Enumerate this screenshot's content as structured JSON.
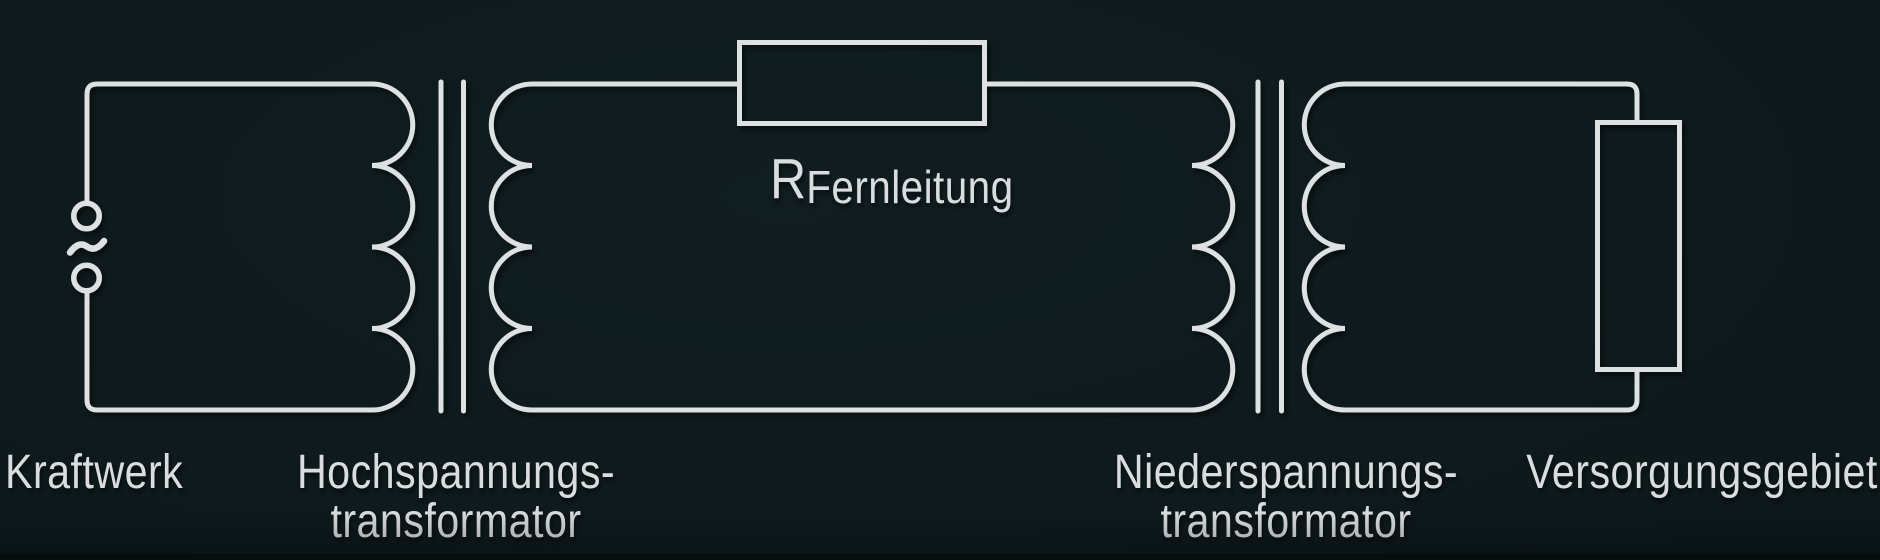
{
  "colors": {
    "background": "#0d181b",
    "line": "#dde1e2",
    "text": "#d9dddf"
  },
  "labels": {
    "kraftwerk": "Kraftwerk",
    "hv_transformer_line1": "Hochspannungs-",
    "hv_transformer_line2": "transformator",
    "resistor_symbol": "R",
    "resistor_subscript": "Fernleitung",
    "lv_transformer_line1": "Niederspannungs-",
    "lv_transformer_line2": "transformator",
    "versorgungsgebiet": "Versorgungsgebiet"
  },
  "icons": {
    "ac_source": "circle-tilde-circle AC generator symbol",
    "transformer": "two facing coils with double-line iron core",
    "resistor": "rectangle box (DIN resistor symbol)"
  }
}
